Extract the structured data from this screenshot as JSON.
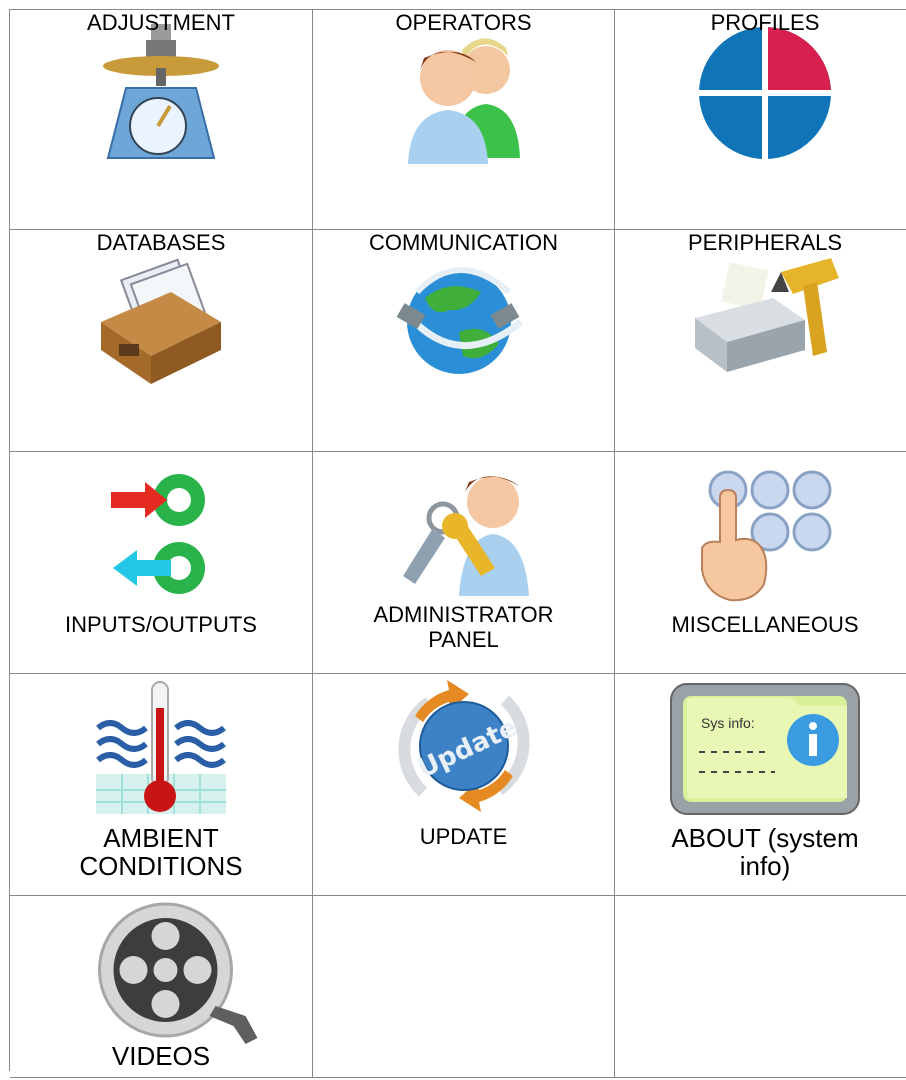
{
  "menu": {
    "items": [
      {
        "id": "adjustment",
        "label": "ADJUSTMENT",
        "icon": "scale-icon"
      },
      {
        "id": "operators",
        "label": "OPERATORS",
        "icon": "users-icon"
      },
      {
        "id": "profiles",
        "label": "PROFILES",
        "icon": "quadrant-circle-icon"
      },
      {
        "id": "databases",
        "label": "DATABASES",
        "icon": "card-file-box-icon"
      },
      {
        "id": "communication",
        "label": "COMMUNICATION",
        "icon": "globe-network-icon"
      },
      {
        "id": "peripherals",
        "label": "PERIPHERALS",
        "icon": "printer-scanner-icon"
      },
      {
        "id": "inputs_outputs",
        "label": "INPUTS/OUTPUTS",
        "icon": "io-arrows-icon"
      },
      {
        "id": "administrator_panel",
        "label_line1": "ADMINISTRATOR",
        "label_line2": "PANEL",
        "icon": "admin-keys-icon"
      },
      {
        "id": "miscellaneous",
        "label": "MISCELLANEOUS",
        "icon": "finger-buttons-icon"
      },
      {
        "id": "ambient_conditions",
        "label_line1": "AMBIENT",
        "label_line2": "CONDITIONS",
        "icon": "thermometer-icon"
      },
      {
        "id": "update",
        "label": "UPDATE",
        "icon": "update-globe-icon"
      },
      {
        "id": "about",
        "label_line1": "ABOUT (system",
        "label_line2": "info)",
        "icon": "sys-info-card-icon"
      },
      {
        "id": "videos",
        "label": "VIDEOS",
        "icon": "film-reel-icon"
      }
    ],
    "about_card": {
      "title": "Sys info:"
    },
    "update_badge": {
      "text": "Update"
    }
  }
}
